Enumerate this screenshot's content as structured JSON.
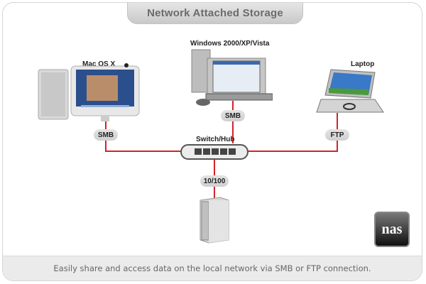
{
  "title": "Network Attached Storage",
  "footer_caption": "Easily share and access data on the local network via SMB or FTP connection.",
  "wire_color": "#d2232a",
  "devices": {
    "mac": {
      "label": "Mac OS X",
      "protocol": "SMB",
      "icon": "mac-computer-icon"
    },
    "windows": {
      "label": "Windows 2000/XP/Vista",
      "protocol": "SMB",
      "icon": "windows-pc-icon"
    },
    "laptop": {
      "label": "Laptop",
      "protocol": "FTP",
      "icon": "laptop-icon"
    },
    "switch": {
      "label": "Switch/Hub",
      "ports": 5,
      "icon": "switch-hub-icon"
    },
    "nas": {
      "link_speed": "10/100",
      "icon": "nas-drive-icon"
    }
  },
  "logo": {
    "text": "nas",
    "icon": "nas-logo-icon"
  }
}
